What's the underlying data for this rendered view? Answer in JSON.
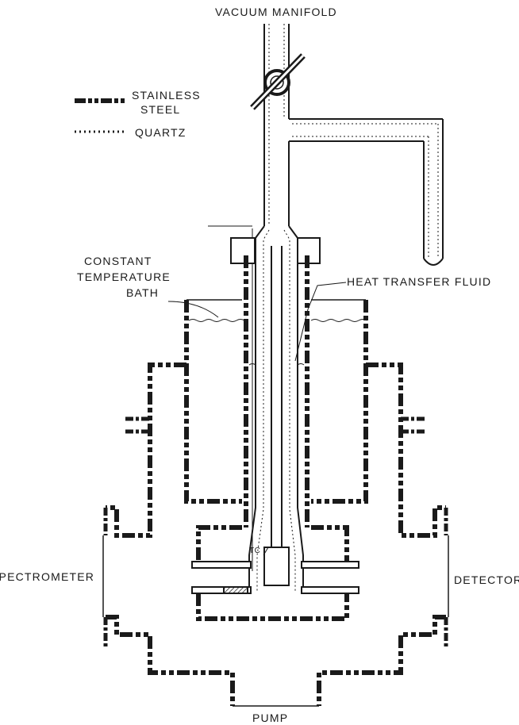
{
  "labels": {
    "vacuum_manifold": "VACUUM MANIFOLD",
    "legend_stainless_1": "STAINLESS",
    "legend_stainless_2": "STEEL",
    "legend_quartz": "QUARTZ",
    "constant_1": "CONSTANT",
    "constant_2": "TEMPERATURE",
    "constant_3": "BATH",
    "heat_transfer": "HEAT TRANSFER FLUID",
    "tc": "TC",
    "spectrometer": "SPECTROMETER",
    "detector": "DETECTOR",
    "pump": "PUMP"
  },
  "colors": {
    "ink": "#1a1a1a",
    "background": "#ffffff"
  }
}
